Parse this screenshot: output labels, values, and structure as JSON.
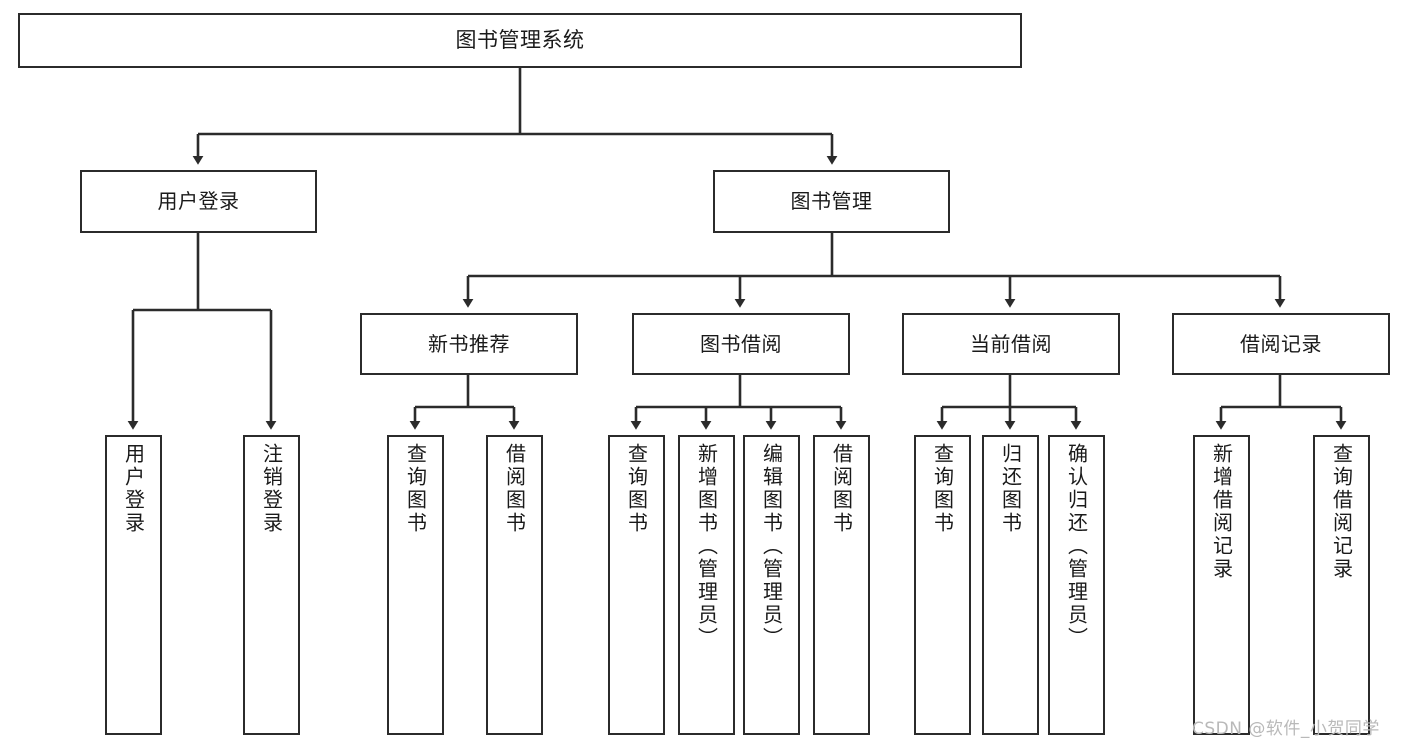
{
  "diagram": {
    "type": "tree",
    "title": "图书管理系统",
    "orientation": "top-down",
    "edge_style": "orthogonal-arrow",
    "colors": {
      "box_border": "#2b2b2b",
      "box_fill": "#ffffff",
      "line": "#2b2b2b",
      "text": "#1a1a1a",
      "watermark": "#b9b9b9",
      "background": "#ffffff"
    }
  },
  "nodes": {
    "root": {
      "label": "图书管理系统"
    },
    "level2": [
      {
        "id": "user-login",
        "label": "用户登录"
      },
      {
        "id": "book-manage",
        "label": "图书管理"
      }
    ],
    "level3": [
      {
        "id": "new-book-recommend",
        "label": "新书推荐"
      },
      {
        "id": "book-borrow",
        "label": "图书借阅"
      },
      {
        "id": "current-borrow",
        "label": "当前借阅"
      },
      {
        "id": "borrow-record",
        "label": "借阅记录"
      }
    ],
    "leaves": {
      "user-login": [
        {
          "id": "leaf-user-login",
          "label": "用户登录"
        },
        {
          "id": "leaf-logout-login",
          "label": "注销登录"
        }
      ],
      "new-book-recommend": [
        {
          "id": "leaf-query-book-1",
          "label": "查询图书"
        },
        {
          "id": "leaf-borrow-book-1",
          "label": "借阅图书"
        }
      ],
      "book-borrow": [
        {
          "id": "leaf-query-book-2",
          "label": "查询图书"
        },
        {
          "id": "leaf-add-book",
          "label": "新增图书（管理员）"
        },
        {
          "id": "leaf-edit-book",
          "label": "编辑图书（管理员）"
        },
        {
          "id": "leaf-borrow-book-2",
          "label": "借阅图书"
        }
      ],
      "current-borrow": [
        {
          "id": "leaf-query-book-3",
          "label": "查询图书"
        },
        {
          "id": "leaf-return-book",
          "label": "归还图书"
        },
        {
          "id": "leaf-confirm-return",
          "label": "确认归还（管理员）"
        }
      ],
      "borrow-record": [
        {
          "id": "leaf-add-record",
          "label": "新增借阅记录"
        },
        {
          "id": "leaf-query-record",
          "label": "查询借阅记录"
        }
      ]
    }
  },
  "watermark": {
    "text": "CSDN @软件_小贺同学"
  }
}
